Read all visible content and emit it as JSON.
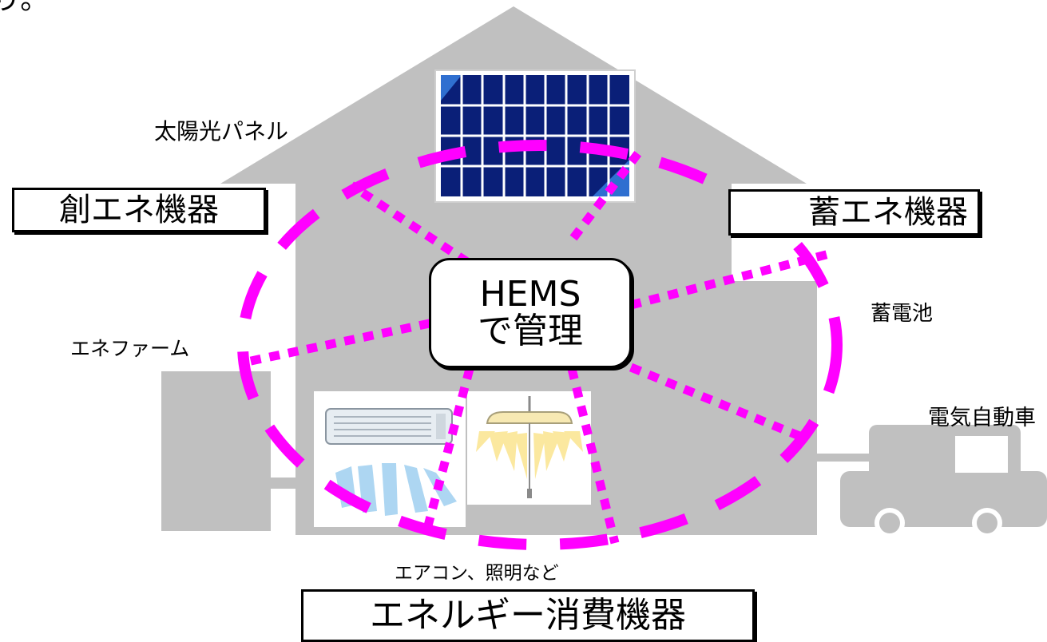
{
  "top_fragment": "り。",
  "labels": {
    "solar_panel": "太陽光パネル",
    "enefarm": "エネファーム",
    "battery": "蓄電池",
    "ev": "電気自動車",
    "appliances": "エアコン、照明など"
  },
  "categories": {
    "create": "創エネ機器",
    "store": "蓄エネ機器",
    "consume": "エネルギー消費機器"
  },
  "hub": {
    "line1": "HEMS",
    "line2": "で管理"
  },
  "colors": {
    "house": "#c0c0c0",
    "dash": "#ff00ff",
    "panel": "#0a1f78",
    "panel_line": "#ffffff",
    "lamp": "#f7e9b3",
    "ac_wind": "#9fd0f0"
  }
}
